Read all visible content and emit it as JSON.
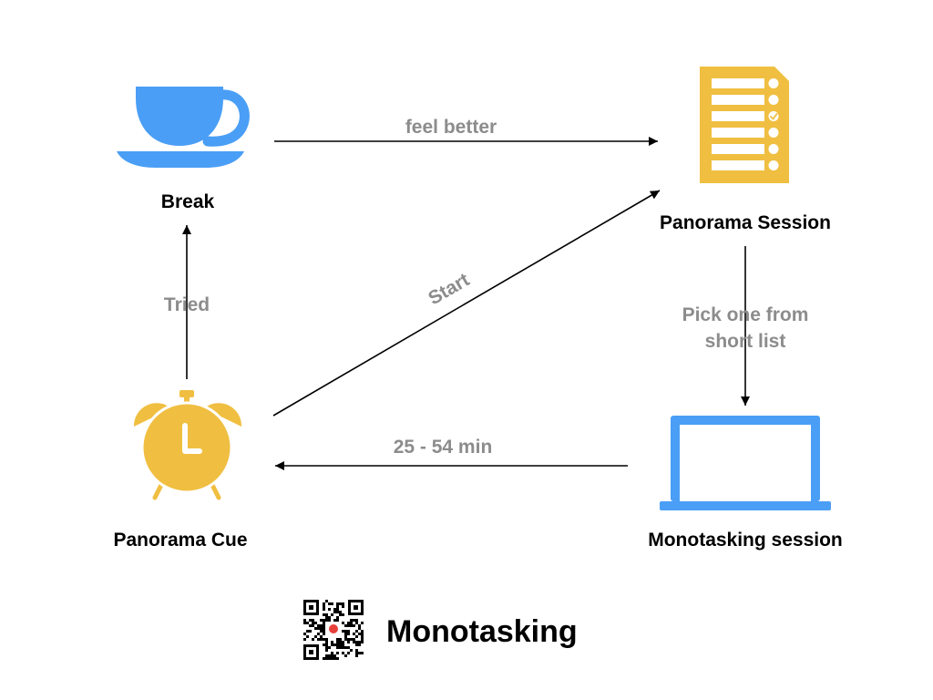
{
  "nodes": {
    "break": {
      "label": "Break",
      "icon": "coffee-cup-icon"
    },
    "panorama_session": {
      "label": "Panorama Session",
      "icon": "checklist-document-icon"
    },
    "panorama_cue": {
      "label": "Panorama Cue",
      "icon": "alarm-clock-icon"
    },
    "monotasking_session": {
      "label": "Monotasking session",
      "icon": "laptop-icon"
    }
  },
  "edges": {
    "break_to_session": {
      "from": "Break",
      "to": "Panorama Session",
      "label": "feel better"
    },
    "cue_to_break": {
      "from": "Panorama Cue",
      "to": "Break",
      "label": "Tried"
    },
    "cue_to_session": {
      "from": "Panorama Cue",
      "to": "Panorama Session",
      "label": "Start"
    },
    "session_to_monotasking": {
      "from": "Panorama Session",
      "to": "Monotasking session",
      "label_line1": "Pick one from",
      "label_line2": "short list"
    },
    "monotasking_to_cue": {
      "from": "Monotasking session",
      "to": "Panorama Cue",
      "label": "25 - 54 min"
    }
  },
  "footer": {
    "title": "Monotasking",
    "qr_icon": "qr-code-icon"
  },
  "colors": {
    "blue": "#4a9ef5",
    "yellow": "#f0bf41",
    "edge_label": "#8c8c8c",
    "arrow": "#000000"
  }
}
